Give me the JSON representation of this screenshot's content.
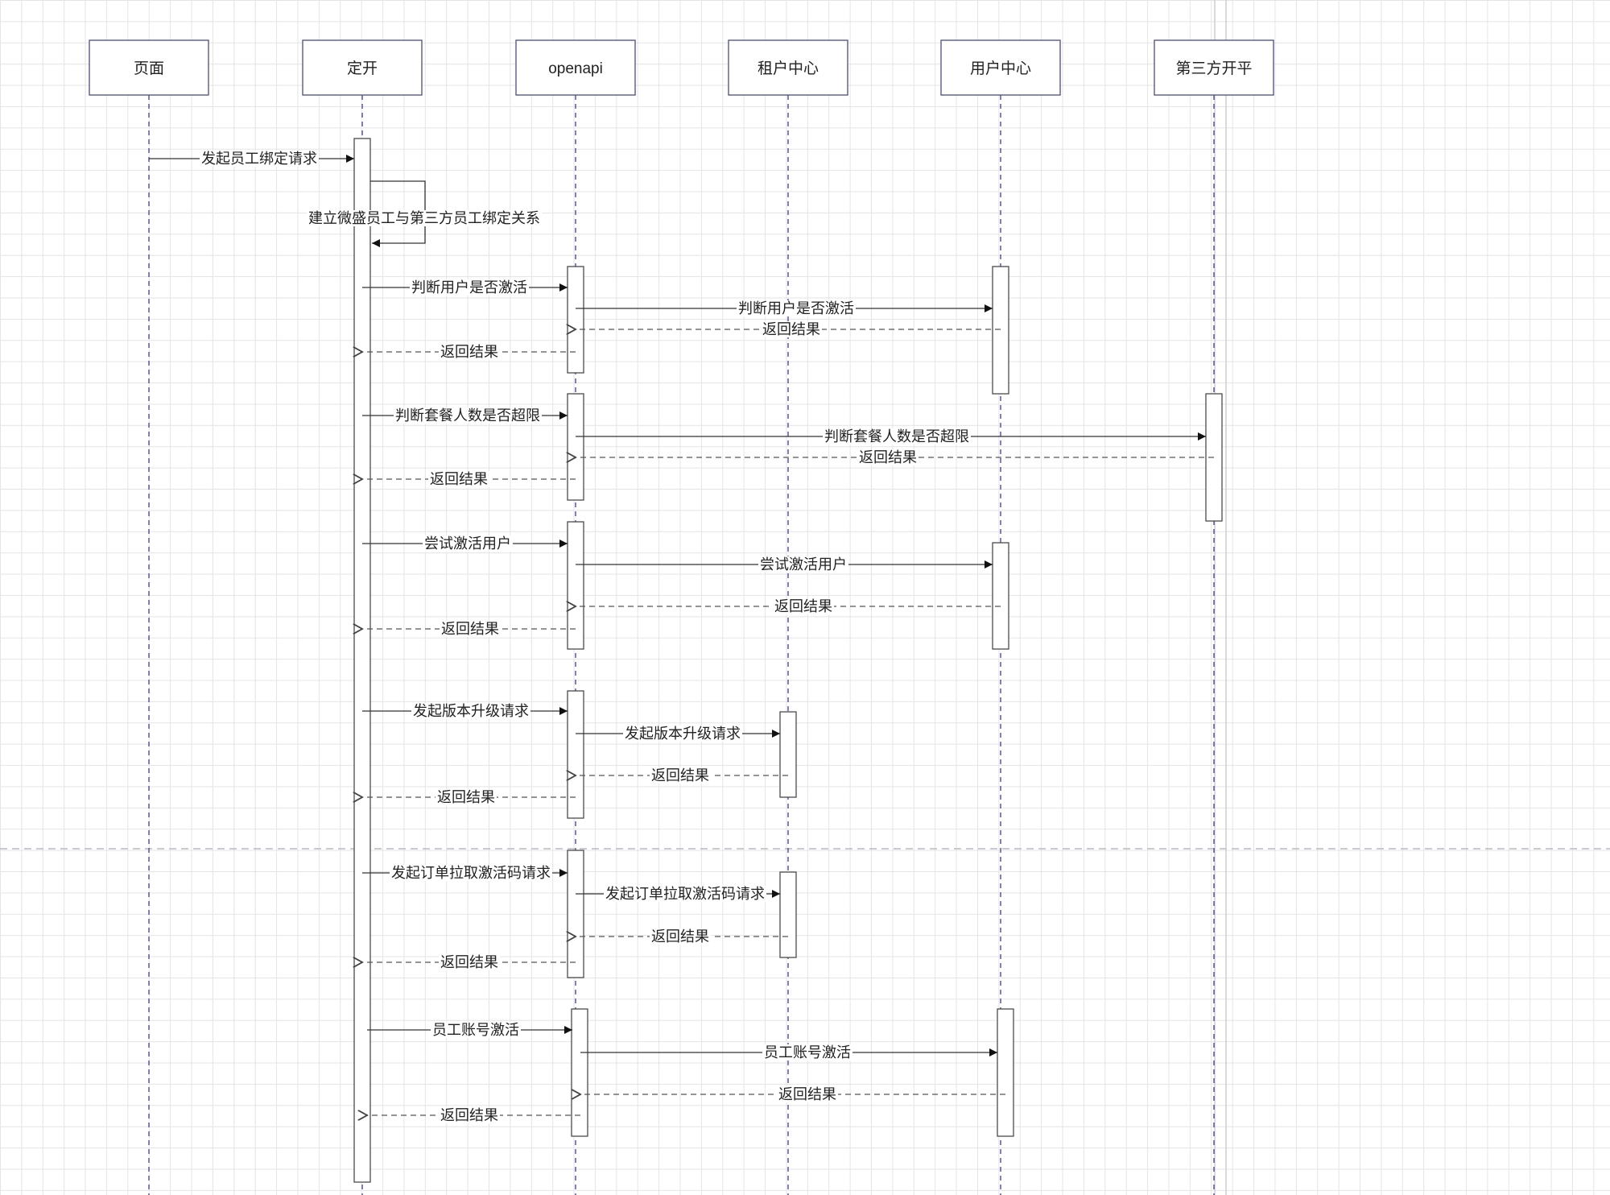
{
  "participants": [
    {
      "id": "page",
      "label": "页面"
    },
    {
      "id": "dingkai",
      "label": "定开"
    },
    {
      "id": "openapi",
      "label": "openapi"
    },
    {
      "id": "tenant_center",
      "label": "租户中心"
    },
    {
      "id": "user_center",
      "label": "用户中心"
    },
    {
      "id": "third_party",
      "label": "第三方开平"
    }
  ],
  "messages": [
    {
      "from": "page",
      "to": "dingkai",
      "label": "发起员工绑定请求",
      "kind": "sync"
    },
    {
      "from": "dingkai",
      "to": "dingkai",
      "label": "建立微盛员工与第三方员工绑定关系",
      "kind": "self"
    },
    {
      "from": "dingkai",
      "to": "openapi",
      "label": "判断用户是否激活",
      "kind": "sync"
    },
    {
      "from": "openapi",
      "to": "user_center",
      "label": "判断用户是否激活",
      "kind": "sync"
    },
    {
      "from": "user_center",
      "to": "openapi",
      "label": "返回结果",
      "kind": "reply"
    },
    {
      "from": "openapi",
      "to": "dingkai",
      "label": "返回结果",
      "kind": "reply"
    },
    {
      "from": "dingkai",
      "to": "openapi",
      "label": "判断套餐人数是否超限",
      "kind": "sync"
    },
    {
      "from": "openapi",
      "to": "third_party",
      "label": "判断套餐人数是否超限",
      "kind": "sync"
    },
    {
      "from": "third_party",
      "to": "openapi",
      "label": "返回结果",
      "kind": "reply"
    },
    {
      "from": "openapi",
      "to": "dingkai",
      "label": "返回结果",
      "kind": "reply"
    },
    {
      "from": "dingkai",
      "to": "openapi",
      "label": "尝试激活用户",
      "kind": "sync"
    },
    {
      "from": "openapi",
      "to": "user_center",
      "label": "尝试激活用户",
      "kind": "sync"
    },
    {
      "from": "user_center",
      "to": "openapi",
      "label": "返回结果",
      "kind": "reply"
    },
    {
      "from": "openapi",
      "to": "dingkai",
      "label": "返回结果",
      "kind": "reply"
    },
    {
      "from": "dingkai",
      "to": "openapi",
      "label": "发起版本升级请求",
      "kind": "sync"
    },
    {
      "from": "openapi",
      "to": "tenant_center",
      "label": "发起版本升级请求",
      "kind": "sync"
    },
    {
      "from": "tenant_center",
      "to": "openapi",
      "label": "返回结果",
      "kind": "reply"
    },
    {
      "from": "openapi",
      "to": "dingkai",
      "label": "返回结果",
      "kind": "reply"
    },
    {
      "from": "dingkai",
      "to": "openapi",
      "label": "发起订单拉取激活码请求",
      "kind": "sync"
    },
    {
      "from": "openapi",
      "to": "tenant_center",
      "label": "发起订单拉取激活码请求",
      "kind": "sync"
    },
    {
      "from": "tenant_center",
      "to": "openapi",
      "label": "返回结果",
      "kind": "reply"
    },
    {
      "from": "openapi",
      "to": "dingkai",
      "label": "返回结果",
      "kind": "reply"
    },
    {
      "from": "dingkai",
      "to": "openapi",
      "label": "员工账号激活",
      "kind": "sync"
    },
    {
      "from": "openapi",
      "to": "user_center",
      "label": "员工账号激活",
      "kind": "sync"
    },
    {
      "from": "user_center",
      "to": "openapi",
      "label": "返回结果",
      "kind": "reply"
    },
    {
      "from": "openapi",
      "to": "dingkai",
      "label": "返回结果",
      "kind": "reply"
    }
  ]
}
